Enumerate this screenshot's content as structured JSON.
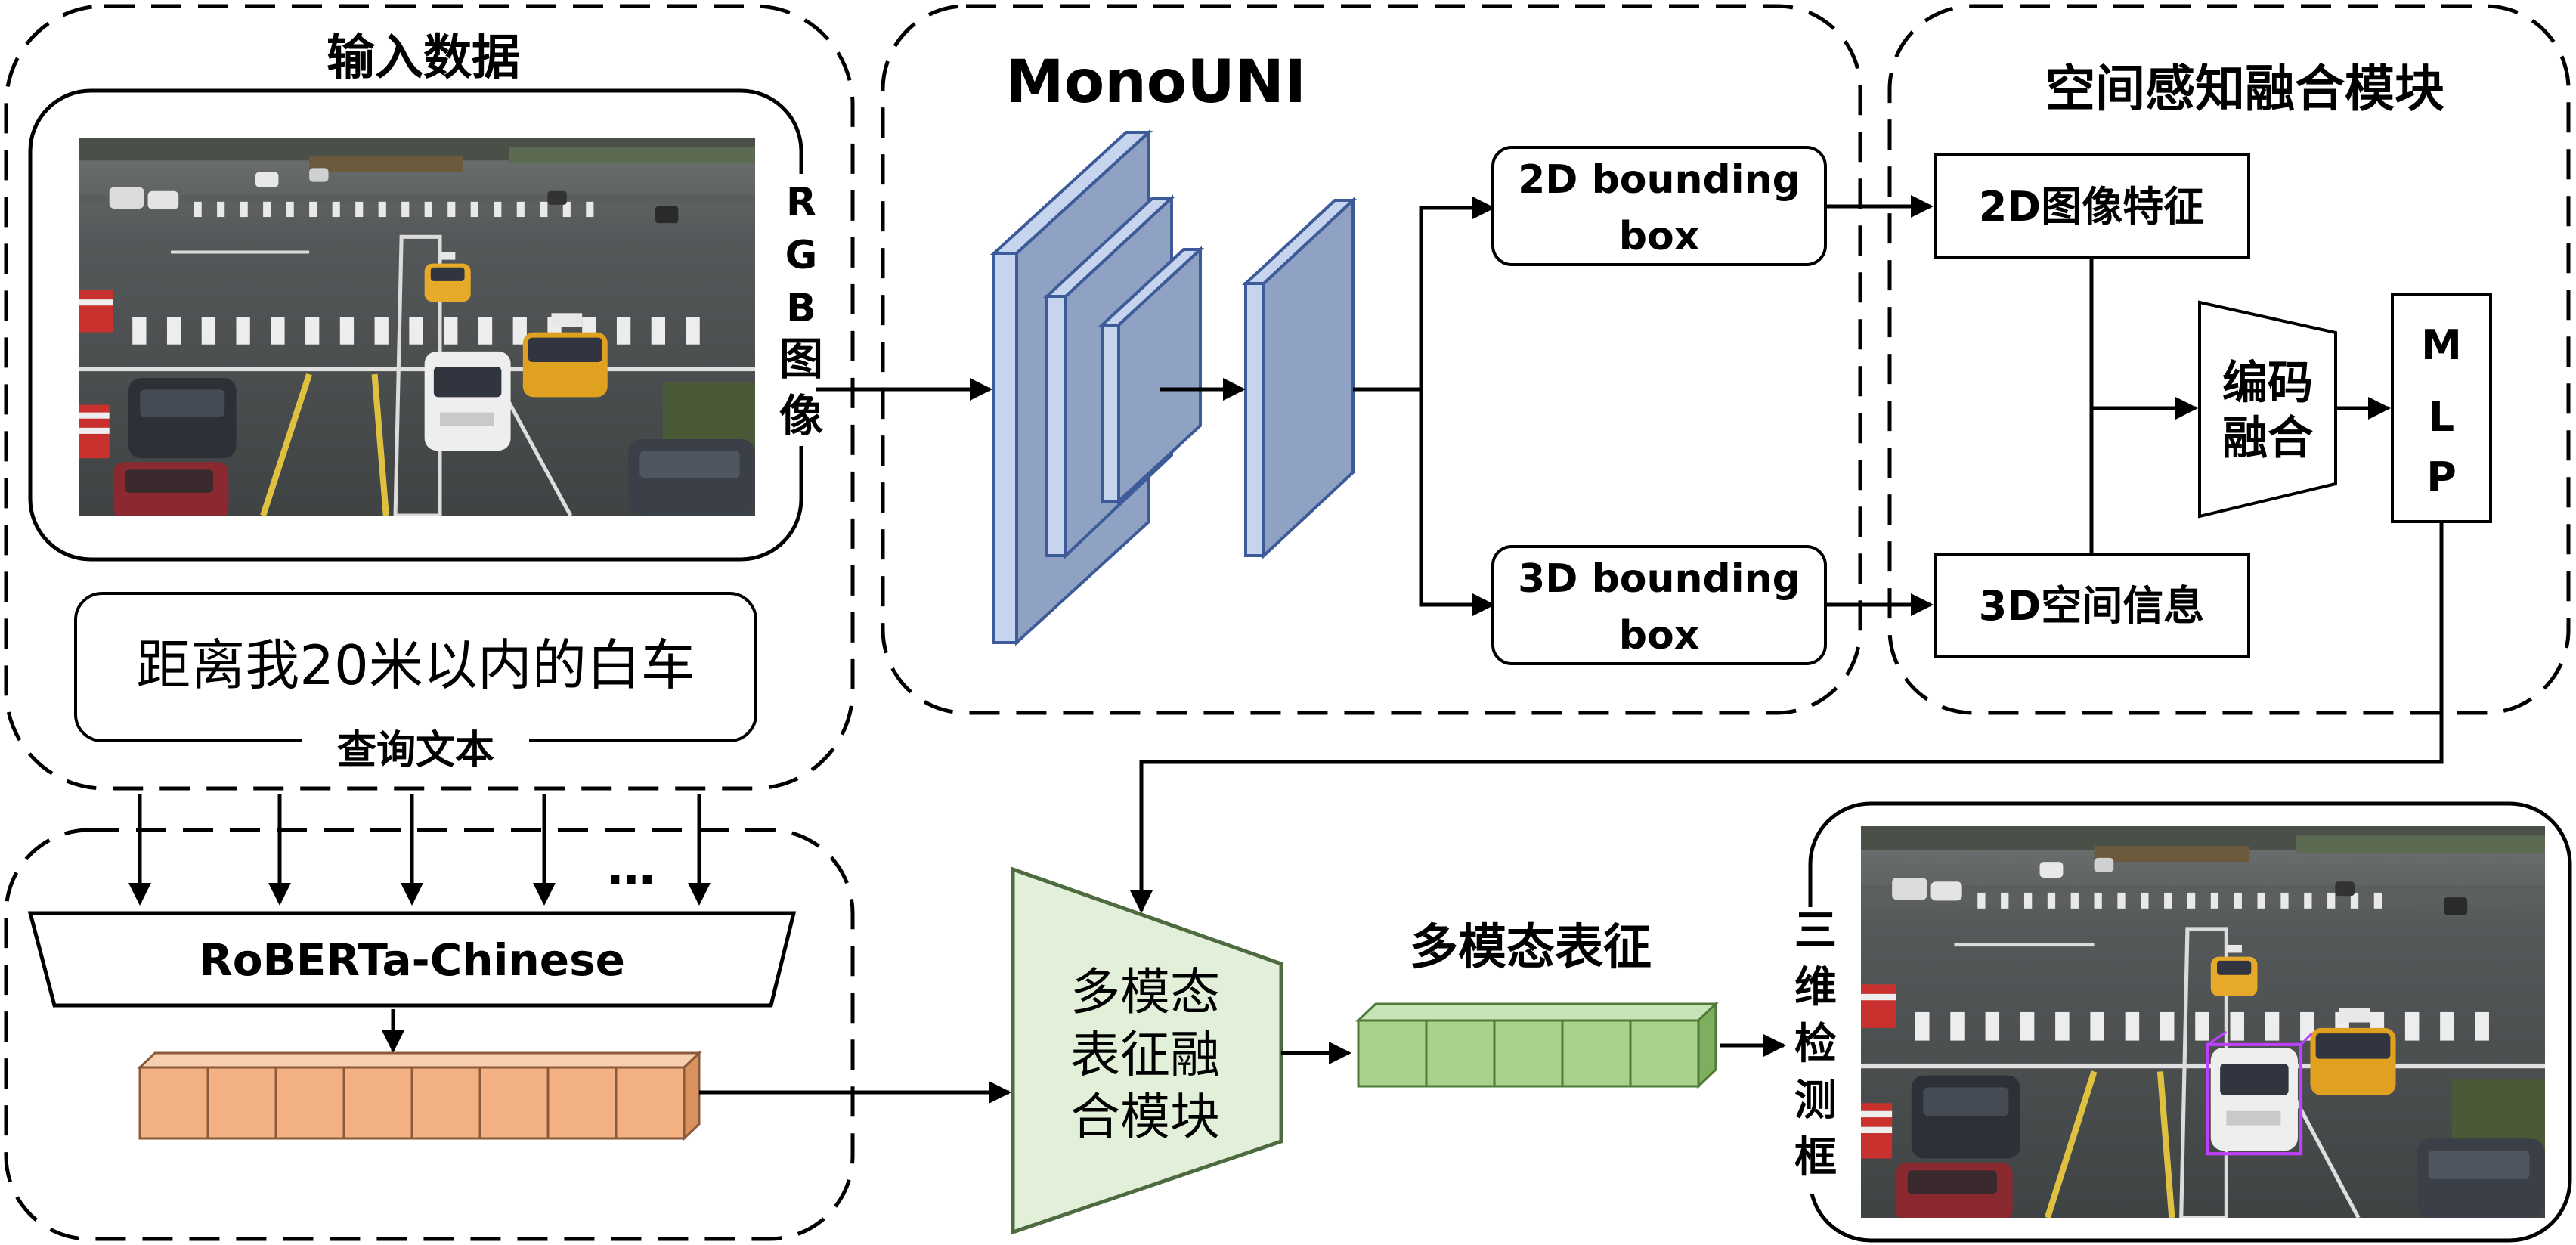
{
  "input_data": {
    "title": "输入数据",
    "rgb_label": [
      "R",
      "G",
      "B",
      "图",
      "像"
    ],
    "query_text": "距离我20米以内的白车",
    "query_label": "查询文本"
  },
  "monouni": {
    "title": "MonoUNI",
    "box2d": [
      "2D bounding",
      "box"
    ],
    "box3d": [
      "3D bounding",
      "box"
    ]
  },
  "spatial_module": {
    "title": "空间感知融合模块",
    "feature2d": "2D图像特征",
    "info3d": "3D空间信息",
    "encoder": [
      "编码",
      "融合"
    ],
    "mlp": [
      "M",
      "L",
      "P"
    ]
  },
  "text_encoder": {
    "name": "RoBERTa-Chinese",
    "ellipsis": "…"
  },
  "fusion": {
    "lines": [
      "多模态",
      "表征融",
      "合模块"
    ],
    "repr_title": "多模态表征"
  },
  "output": {
    "label": [
      "三",
      "维",
      "检",
      "测",
      "框"
    ]
  },
  "colors": {
    "cnn_fill": "#8fa2c3",
    "cnn_stroke": "#3d5a99",
    "cnn_side": "#c7d4ee",
    "token_fill": "#f4b183",
    "token_stroke": "#8a5a3a",
    "repr_fill": "#a9d18e",
    "repr_stroke": "#4f7a38",
    "fusion_fill": "#e2efd9",
    "fusion_stroke": "#4d6b3e",
    "detection_box": "#c040ff"
  }
}
